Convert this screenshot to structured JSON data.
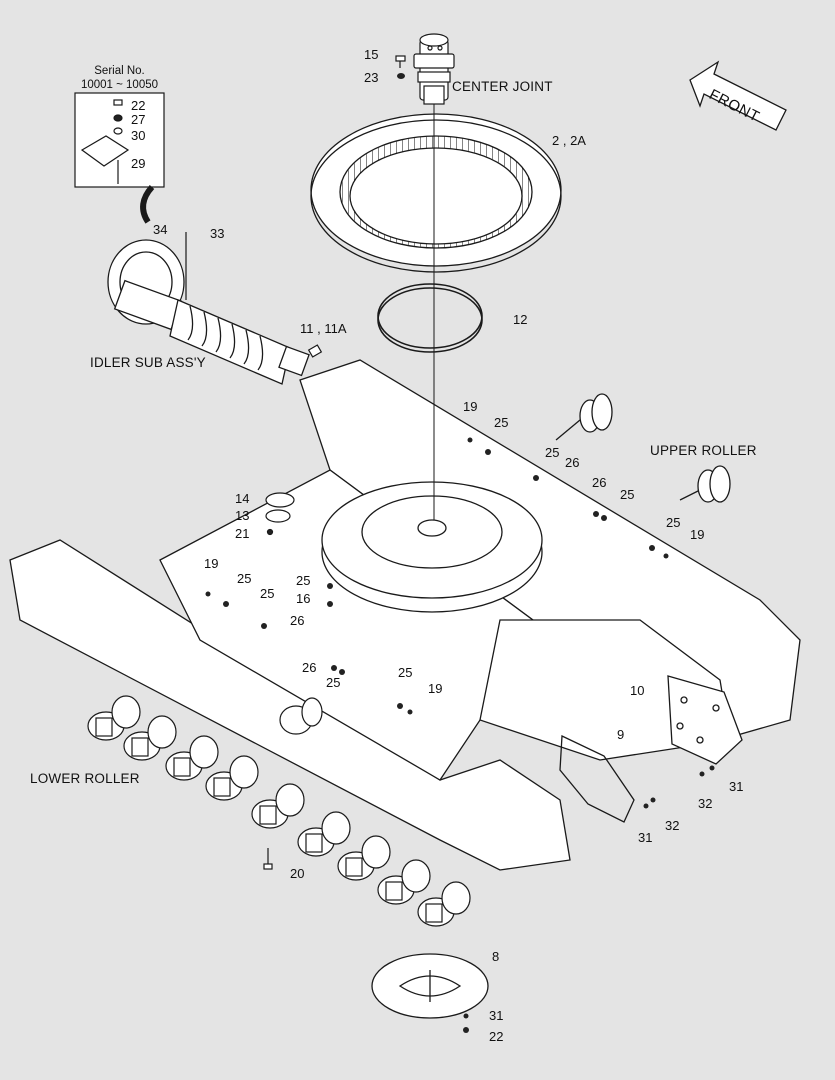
{
  "captions": {
    "center_joint": "CENTER JOINT",
    "front": "FRONT",
    "idler": "IDLER SUB ASS'Y",
    "upper_roller": "UPPER ROLLER",
    "lower_roller": "LOWER ROLLER"
  },
  "serial_box": {
    "title": "Serial No.",
    "range": "10001 ~ 10050",
    "parts": [
      "22",
      "27",
      "30",
      "29"
    ]
  },
  "labels": {
    "p15": "15",
    "p23": "23",
    "p2": "2 , 2A",
    "p34": "34",
    "p33": "33",
    "p12": "12",
    "p11": "11 , 11A",
    "p19a": "19",
    "p25a": "25",
    "p25b": "25",
    "p26a": "26",
    "p26b": "26",
    "p25c": "25",
    "p25d": "25",
    "p19b": "19",
    "p14": "14",
    "p13": "13",
    "p21": "21",
    "p19c": "19",
    "p25e": "25",
    "p25f": "25",
    "p16": "16",
    "p25g": "25",
    "p26c": "26",
    "p26d": "26",
    "p25h": "25",
    "p25i": "25",
    "p19d": "19",
    "p10": "10",
    "p9": "9",
    "p31a": "31",
    "p32a": "32",
    "p31b": "31",
    "p32b": "32",
    "p20": "20",
    "p8": "8",
    "p31c": "31",
    "p22b": "22"
  },
  "colors": {
    "background": "#e4e4e4",
    "line": "#1a1a1a",
    "fill": "#ffffff"
  }
}
